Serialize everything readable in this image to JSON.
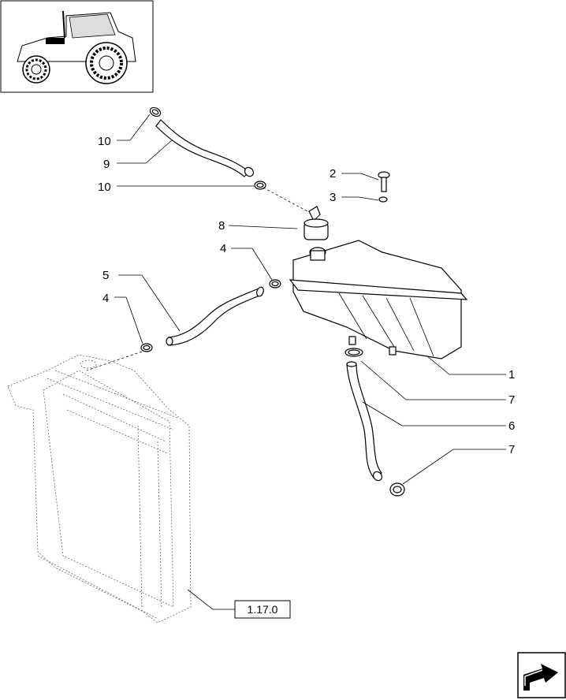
{
  "callouts": {
    "c1": "1",
    "c2": "2",
    "c3": "3",
    "c4a": "4",
    "c4b": "4",
    "c5": "5",
    "c6": "6",
    "c7a": "7",
    "c7b": "7",
    "c8": "8",
    "c9": "9",
    "c10a": "10",
    "c10b": "10"
  },
  "reference_box": {
    "label": "1.17.0"
  },
  "icons": {
    "thumbnail": "tractor-thumbnail-icon",
    "navigation": "arrow-next-page-icon"
  }
}
